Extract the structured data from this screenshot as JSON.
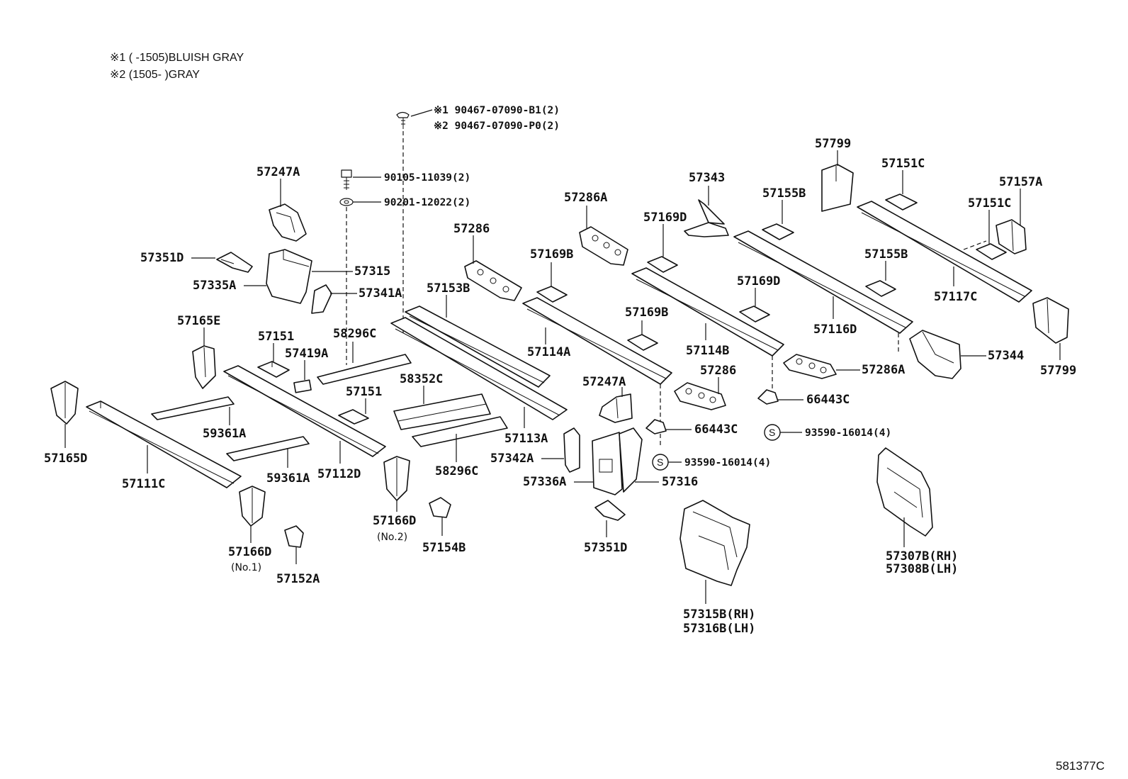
{
  "notes": [
    "※1 (      -1505)BLUISH GRAY",
    "※2 (1505-      )GRAY"
  ],
  "diagram_id": "581377C",
  "fasteners": {
    "clip_1": "※1  90467-07090-B1(2)",
    "clip_2": "※2  90467-07090-P0(2)",
    "bolt": "90105-11039(2)",
    "washer": "90201-12022(2)",
    "screw_a": "93590-16014(4)",
    "screw_b": "93590-16014(4)",
    "screw_symbol": "S"
  },
  "parts": {
    "p57247A_top": "57247A",
    "p57351D_top": "57351D",
    "p57315": "57315",
    "p57335A": "57335A",
    "p57341A": "57341A",
    "p57165E": "57165E",
    "p57151_a": "57151",
    "p57419A": "57419A",
    "p58296C_top": "58296C",
    "p57151_b": "57151",
    "p59361A_a": "59361A",
    "p59361A_b": "59361A",
    "p57112D": "57112D",
    "p57165D": "57165D",
    "p57111C": "57111C",
    "p57166D_1": "57166D",
    "p57166D_1_sub": "(No.1)",
    "p57152A": "57152A",
    "p57286_a": "57286",
    "p57153B": "57153B",
    "p58352C": "58352C",
    "p58296C_bot": "58296C",
    "p57113A": "57113A",
    "p57166D_2": "57166D",
    "p57166D_2_sub": "(No.2)",
    "p57154B": "57154B",
    "p57286A_top": "57286A",
    "p57169B_a": "57169B",
    "p57114A": "57114A",
    "p57169D_a": "57169D",
    "p57169B_b": "57169B",
    "p57247A_mid": "57247A",
    "p57342A": "57342A",
    "p57336A": "57336A",
    "p57316": "57316",
    "p57351D_bot": "57351D",
    "p57343": "57343",
    "p57169D_b": "57169D",
    "p57114B": "57114B",
    "p57286_b": "57286",
    "p66443C_a": "66443C",
    "p57315B": "57315B(RH)",
    "p57316B": "57316B(LH)",
    "p57799_top": "57799",
    "p57155B_a": "57155B",
    "p57155B_b": "57155B",
    "p57116D": "57116D",
    "p57286A_bot": "57286A",
    "p66443C_b": "66443C",
    "p57151C_a": "57151C",
    "p57157A": "57157A",
    "p57151C_b": "57151C",
    "p57117C": "57117C",
    "p57344": "57344",
    "p57799_bot": "57799",
    "p57307B": "57307B(RH)",
    "p57308B": "57308B(LH)"
  }
}
